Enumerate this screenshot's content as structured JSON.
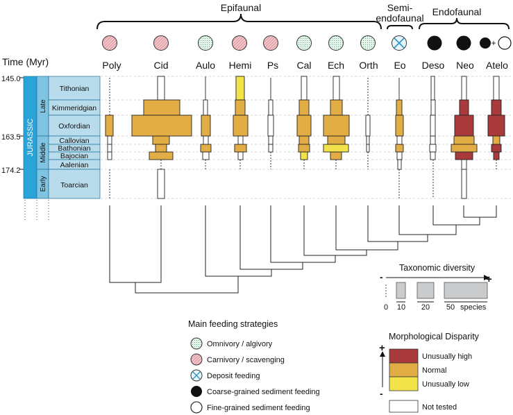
{
  "groups": {
    "epifaunal": "Epifaunal",
    "semi_line1": "Semi-",
    "semi_line2": "endofaunal",
    "endofaunal": "Endofaunal"
  },
  "time_axis": {
    "label": "Time (Myr)",
    "ticks": [
      "145.0",
      "163.5",
      "174.2"
    ]
  },
  "timescale": {
    "period": "JURASSIC",
    "epochs": [
      "Late",
      "Middle",
      "Early"
    ],
    "stages": [
      "Tithonian",
      "Kimmeridgian",
      "Oxfordian",
      "Callovian",
      "Bathonian",
      "Bajocian",
      "Aalenian",
      "Toarcian"
    ]
  },
  "taxa": [
    {
      "label": "Poly",
      "feeding": "carnivory"
    },
    {
      "label": "Cid",
      "feeding": "carnivory"
    },
    {
      "label": "Aulo",
      "feeding": "omnivory"
    },
    {
      "label": "Hemi",
      "feeding": "carnivory"
    },
    {
      "label": "Ps",
      "feeding": "carnivory"
    },
    {
      "label": "Cal",
      "feeding": "omnivory"
    },
    {
      "label": "Ech",
      "feeding": "omnivory"
    },
    {
      "label": "Orth",
      "feeding": "omnivory"
    },
    {
      "label": "Eo",
      "feeding": "deposit"
    },
    {
      "label": "Deso",
      "feeding": "coarse"
    },
    {
      "label": "Neo",
      "feeding": "coarse"
    },
    {
      "label": "Atelo",
      "feeding": "coarse+fine"
    }
  ],
  "diversity_legend": {
    "title": "Taxonomic diversity",
    "minus": "-",
    "plus": "+",
    "values": [
      "0",
      "10",
      "20",
      "50"
    ],
    "unit": "species"
  },
  "feeding_legend": {
    "title": "Main feeding strategies",
    "items": [
      {
        "type": "omnivory",
        "label": "Omnivory / algivory"
      },
      {
        "type": "carnivory",
        "label": "Carnivory / scavenging"
      },
      {
        "type": "deposit",
        "label": "Deposit feeding"
      },
      {
        "type": "coarse",
        "label": "Coarse-grained sediment feeding"
      },
      {
        "type": "fine",
        "label": "Fine-grained sediment feeding"
      }
    ]
  },
  "disparity_legend": {
    "title": "Morphological Disparity",
    "plus": "+",
    "minus": "-",
    "items": [
      {
        "label": "Unusually high",
        "color": "#a83a3c"
      },
      {
        "label": "Normal",
        "color": "#e3ad46"
      },
      {
        "label": "Unusually low",
        "color": "#f2e34a"
      },
      {
        "label": "Not tested",
        "color": "#ffffff"
      }
    ]
  },
  "colors": {
    "timescale_dark": "#2aa4d8",
    "timescale_mid": "#7fc4e2",
    "timescale_light": "#b9dced",
    "high": "#a83a3c",
    "normal": "#e3ad46",
    "low": "#f2e34a",
    "grey": "#c9cbcd"
  }
}
